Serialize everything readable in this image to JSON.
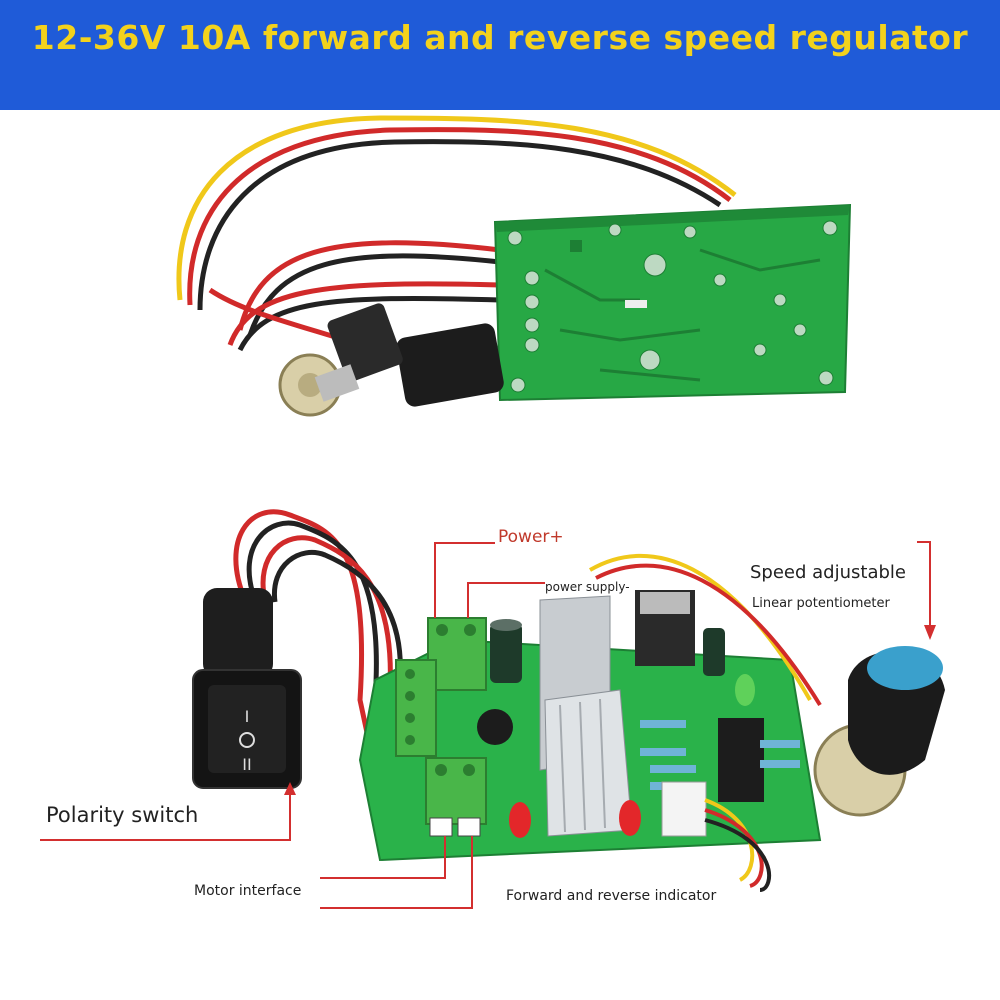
{
  "banner": {
    "title": "12-36V 10A forward and reverse speed regulator",
    "background_color": "#1f5bd8",
    "text_color": "#f3d21c"
  },
  "labels": {
    "power_plus": "Power+",
    "power_supply": "power supply-",
    "speed_adjustable": "Speed adjustable",
    "linear_potentiometer": "Linear potentiometer",
    "polarity_switch": "Polarity switch",
    "motor_interface": "Motor interface",
    "forward_reverse_indicator": "Forward and reverse indicator"
  },
  "callout_color": "#d32f2f"
}
